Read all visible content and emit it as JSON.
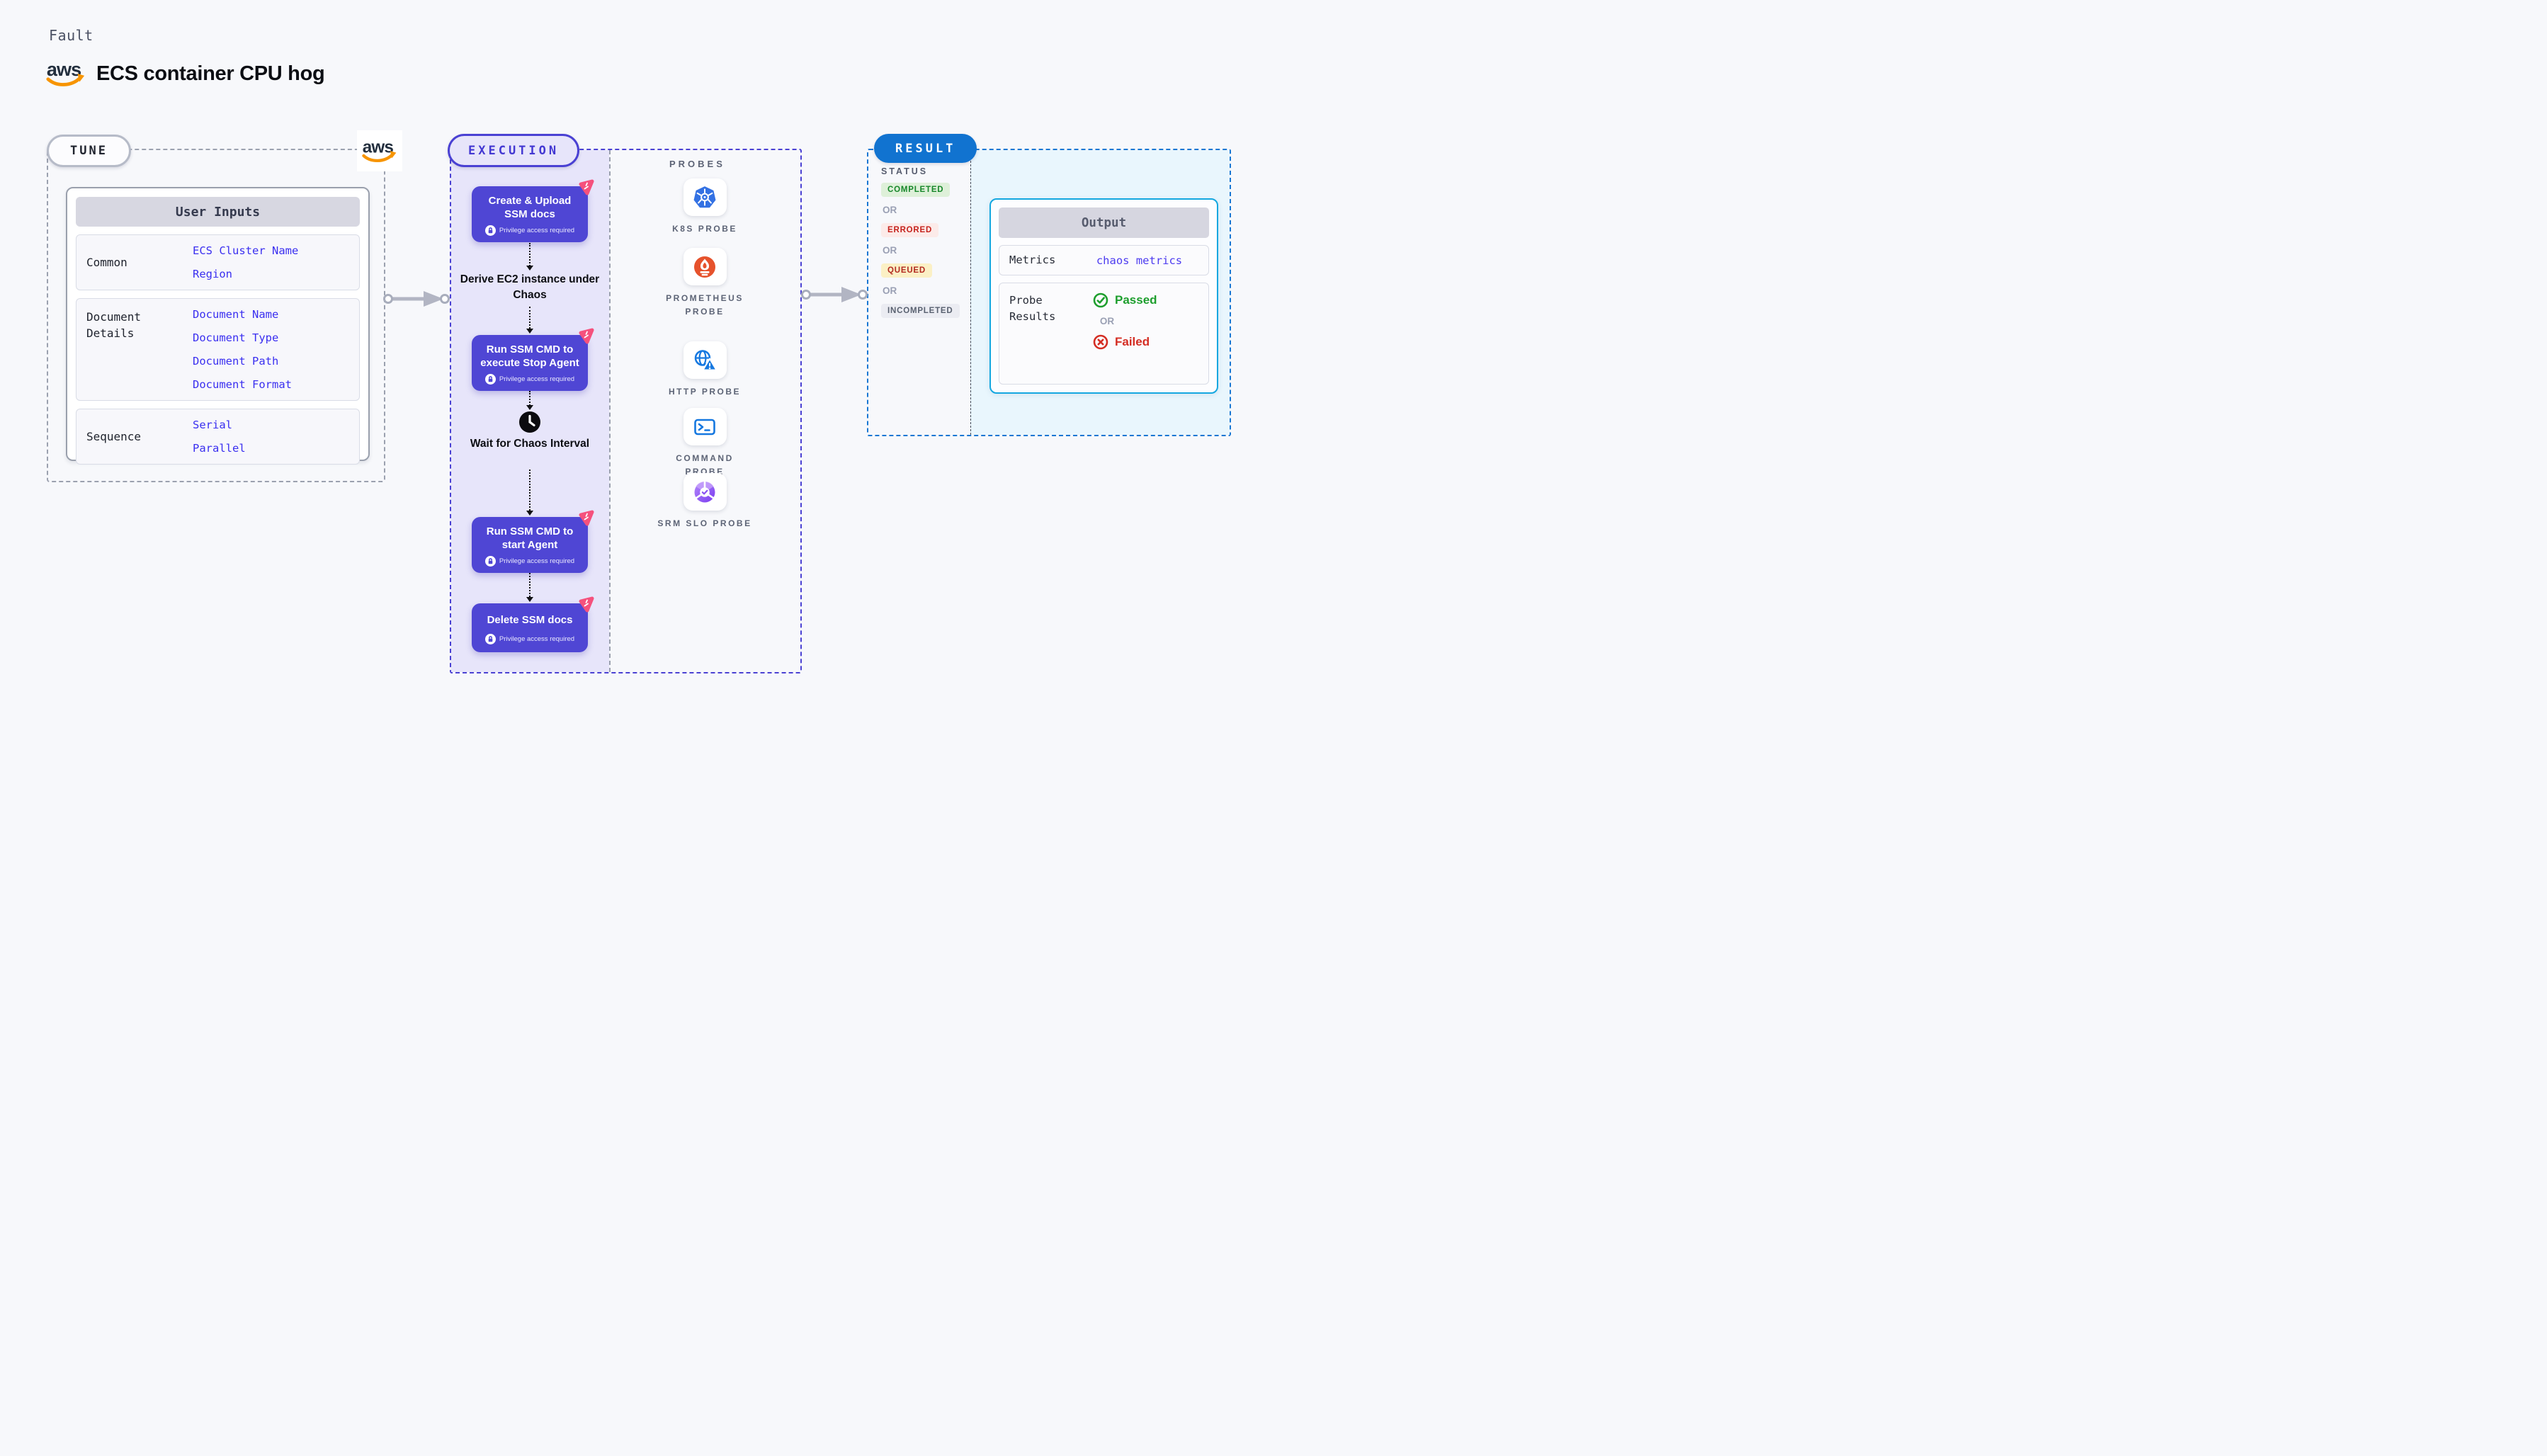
{
  "header": {
    "eyebrow": "Fault",
    "title": "ECS container CPU hog"
  },
  "aws_logo": {
    "text": "aws"
  },
  "tune": {
    "badge": "TUNE",
    "table": {
      "header": "User Inputs",
      "rows": [
        {
          "label": "Common",
          "values": [
            "ECS Cluster Name",
            "Region"
          ]
        },
        {
          "label": "Document Details",
          "values": [
            "Document Name",
            "Document Type",
            "Document Path",
            "Document Format"
          ]
        },
        {
          "label": "Sequence",
          "values": [
            "Serial",
            "Parallel"
          ]
        }
      ]
    }
  },
  "execution": {
    "badge": "EXECUTION",
    "steps": [
      {
        "title": "Create & Upload SSM docs",
        "privilege": "Privilege access required"
      },
      {
        "title": "Derive EC2 instance under Chaos"
      },
      {
        "title": "Run SSM CMD to execute Stop Agent",
        "privilege": "Privilege access required"
      },
      {
        "title": "Wait for Chaos Interval"
      },
      {
        "title": "Run SSM CMD to start Agent",
        "privilege": "Privilege access required"
      },
      {
        "title": "Delete SSM docs",
        "privilege": "Privilege access required"
      }
    ],
    "probes": {
      "label": "PROBES",
      "items": [
        {
          "name": "K8S PROBE",
          "icon": "kubernetes-icon"
        },
        {
          "name": "PROMETHEUS PROBE",
          "icon": "prometheus-icon"
        },
        {
          "name": "HTTP PROBE",
          "icon": "http-globe-icon"
        },
        {
          "name": "COMMAND PROBE",
          "icon": "terminal-icon"
        },
        {
          "name": "SRM SLO PROBE",
          "icon": "srm-slo-icon"
        }
      ]
    }
  },
  "result": {
    "badge": "RESULT",
    "status": {
      "label": "STATUS",
      "items": [
        "COMPLETED",
        "ERRORED",
        "QUEUED",
        "INCOMPLETED"
      ],
      "separator": "OR"
    },
    "output": {
      "header": "Output",
      "metrics_label": "Metrics",
      "metrics_value": "chaos metrics",
      "probe_results_label": "Probe Results",
      "passed": "Passed",
      "or": "OR",
      "failed": "Failed"
    }
  },
  "colors": {
    "accent_indigo": "#4a41d3",
    "accent_blue": "#1173d0",
    "cyan_border": "#14a7e0",
    "step_box": "#4f46d4",
    "link_blue": "#3a2ff0",
    "success_green": "#1d9e2d",
    "error_red": "#d42d23",
    "chaos_pink": "#f5517d",
    "aws_orange": "#f79400",
    "kubernetes_blue": "#3371e3",
    "prometheus_orange": "#e6522c",
    "lavender_panel": "#e7e5fa",
    "cyan_panel": "#e9f6fd"
  }
}
